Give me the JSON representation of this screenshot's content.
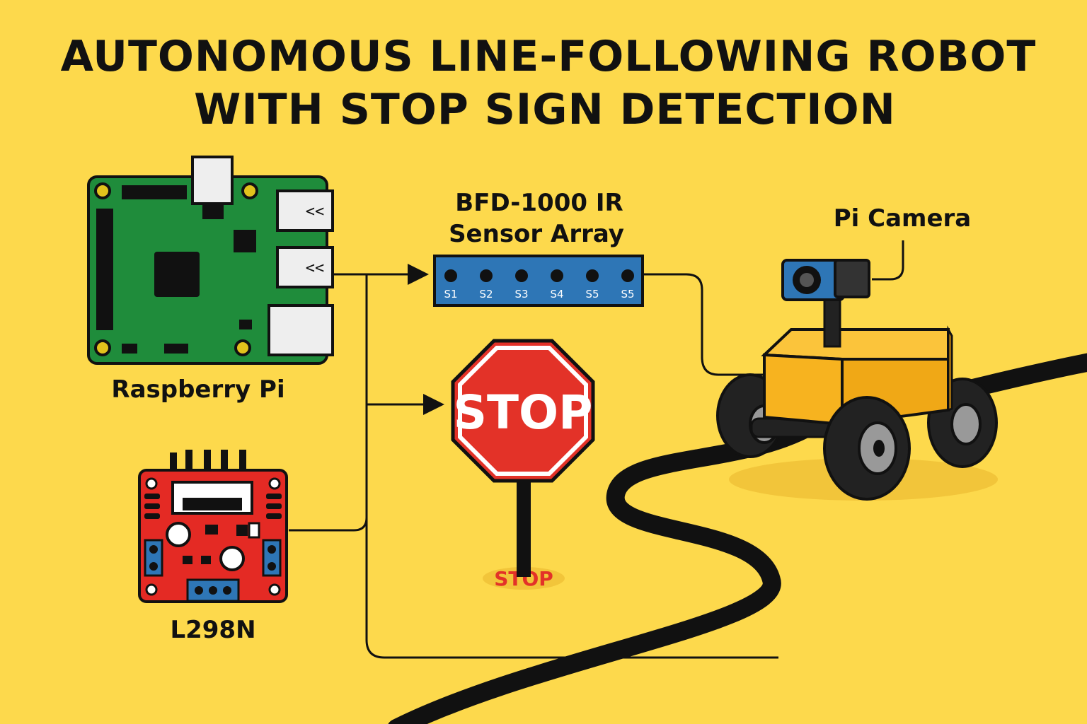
{
  "title": {
    "line1": "AUTONOMOUS LINE-FOLLOWING ROBOT",
    "line2": "WITH STOP SIGN DETECTION"
  },
  "components": {
    "raspberry_pi": {
      "label": "Raspberry Pi",
      "color": "#1f8c3b"
    },
    "l298n": {
      "label": "L298N",
      "color": "#e42a24"
    },
    "ir_sensor": {
      "label_line1": "BFD-1000 IR",
      "label_line2": "Sensor Array",
      "color": "#2e76b6",
      "pins": [
        "S1",
        "S2",
        "S3",
        "S4",
        "S5",
        "S5"
      ]
    },
    "pi_camera": {
      "label": "Pi Camera"
    },
    "stop_sign": {
      "text": "STOP",
      "shadow_text": "STOP",
      "color": "#e33228"
    },
    "robot": {
      "body_color": "#f7b31f"
    }
  },
  "colors": {
    "background": "#fdd94c",
    "wire": "#111111",
    "track": "#111111"
  }
}
